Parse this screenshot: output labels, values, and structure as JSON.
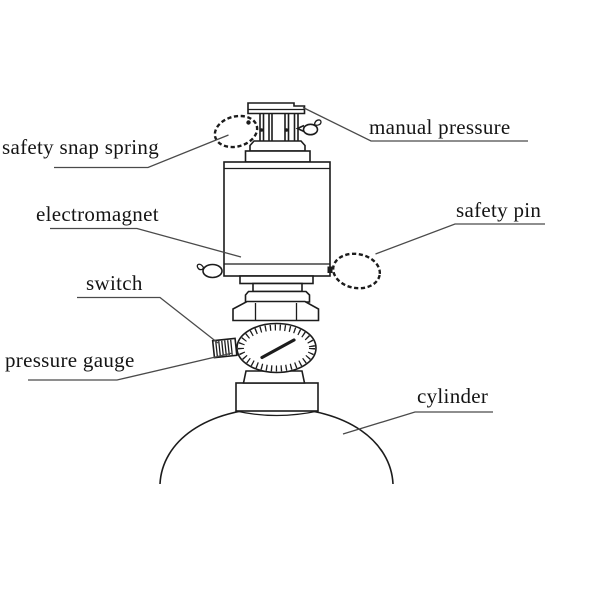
{
  "page": {
    "background_color": "#ffffff",
    "ink_color": "#1c1c1c",
    "leader_line_color": "#4a4a4a",
    "text_color": "#141414"
  },
  "labels": {
    "safety_snap_spring": "safety snap spring",
    "manual_pressure": "manual pressure",
    "electromagnet": "electromagnet",
    "safety_pin": "safety pin",
    "switch": "switch",
    "pressure_gauge": "pressure gauge",
    "cylinder": "cylinder"
  }
}
